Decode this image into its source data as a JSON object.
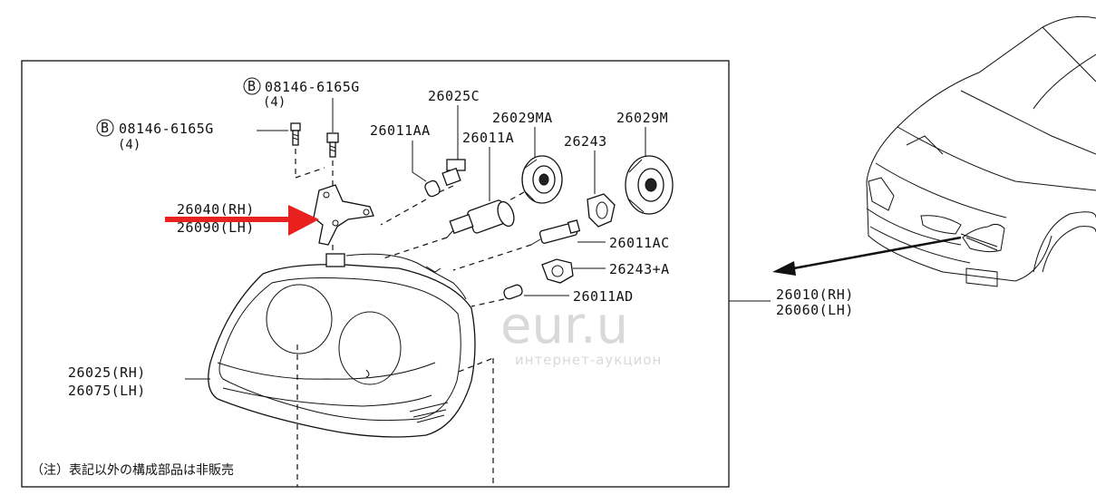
{
  "colors": {
    "pointer_arrow": "#e8201e",
    "line": "#111111",
    "watermark": "#d9d9d9"
  },
  "icons": {
    "bolt_marker": "circled-B-icon",
    "pointer": "red-arrow-icon"
  },
  "labels": {
    "bolt_top_code": "08146-6165G",
    "bolt_top_qty": "(4)",
    "bolt_left_code": "08146-6165G",
    "bolt_left_qty": "(4)",
    "bolt_marker": "B",
    "bracket_rh": "26040(RH)",
    "bracket_lh": "26090(LH)",
    "p26025C": "26025C",
    "p26011AA": "26011AA",
    "p26029MA": "26029MA",
    "p26011A": "26011A",
    "p26243": "26243",
    "p26029M": "26029M",
    "p26011AC": "26011AC",
    "p26243A": "26243+A",
    "p26011AD": "26011AD",
    "assy_rh": "26010(RH)",
    "assy_lh": "26060(LH)",
    "lens_rh": "26025(RH)",
    "lens_lh": "26075(LH)",
    "footnote": "（注）表記以外の構成部品は非販売"
  },
  "watermark": {
    "main": "eur.u",
    "sub": "интернет-аукцион"
  }
}
